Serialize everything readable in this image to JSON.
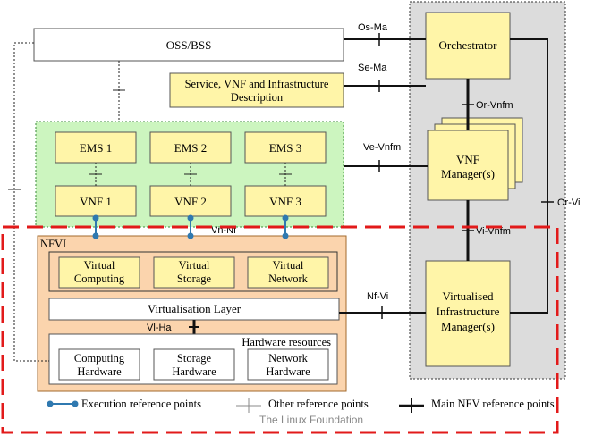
{
  "blocks": {
    "oss_bss": "OSS/BSS",
    "orchestrator": "Orchestrator",
    "service_description": [
      "Service, VNF and Infrastructure",
      "Description"
    ],
    "ems": [
      "EMS 1",
      "EMS 2",
      "EMS 3"
    ],
    "vnf": [
      "VNF 1",
      "VNF 2",
      "VNF 3"
    ],
    "vnf_manager": [
      "VNF",
      "Manager(s)"
    ],
    "nfvi": "NFVI",
    "virtual_resources": [
      [
        "Virtual",
        "Computing"
      ],
      [
        "Virtual",
        "Storage"
      ],
      [
        "Virtual",
        "Network"
      ]
    ],
    "virtualisation_layer": "Virtualisation Layer",
    "hardware_resources_title": "Hardware resources",
    "hardware_resources": [
      [
        "Computing",
        "Hardware"
      ],
      [
        "Storage",
        "Hardware"
      ],
      [
        "Network",
        "Hardware"
      ]
    ],
    "vim": [
      "Virtualised",
      "Infrastructure",
      "Manager(s)"
    ]
  },
  "reference_points": {
    "os_ma": "Os-Ma",
    "se_ma": "Se-Ma",
    "or_vnfm": "Or-Vnfm",
    "ve_vnfm": "Ve-Vnfm",
    "or_vi": "Or-Vi",
    "vi_vnfm": "Vi-Vnfm",
    "vn_nf": "Vn-Nf",
    "nf_vi": "Nf-Vi",
    "vi_ha": "Vl-Ha"
  },
  "legend": {
    "execution": "Execution reference points",
    "other": "Other reference points",
    "main": "Main NFV reference points"
  },
  "watermark": "The Linux Foundation",
  "colors": {
    "mano_bg": "#dcdcdc",
    "vnf_domain_bg": "#ccf5bf",
    "box_yellow": "#fff5a8",
    "nfvi_bg": "#fbd4ad",
    "red_dash": "#e21a1a",
    "exec_point": "#2f79b0"
  }
}
